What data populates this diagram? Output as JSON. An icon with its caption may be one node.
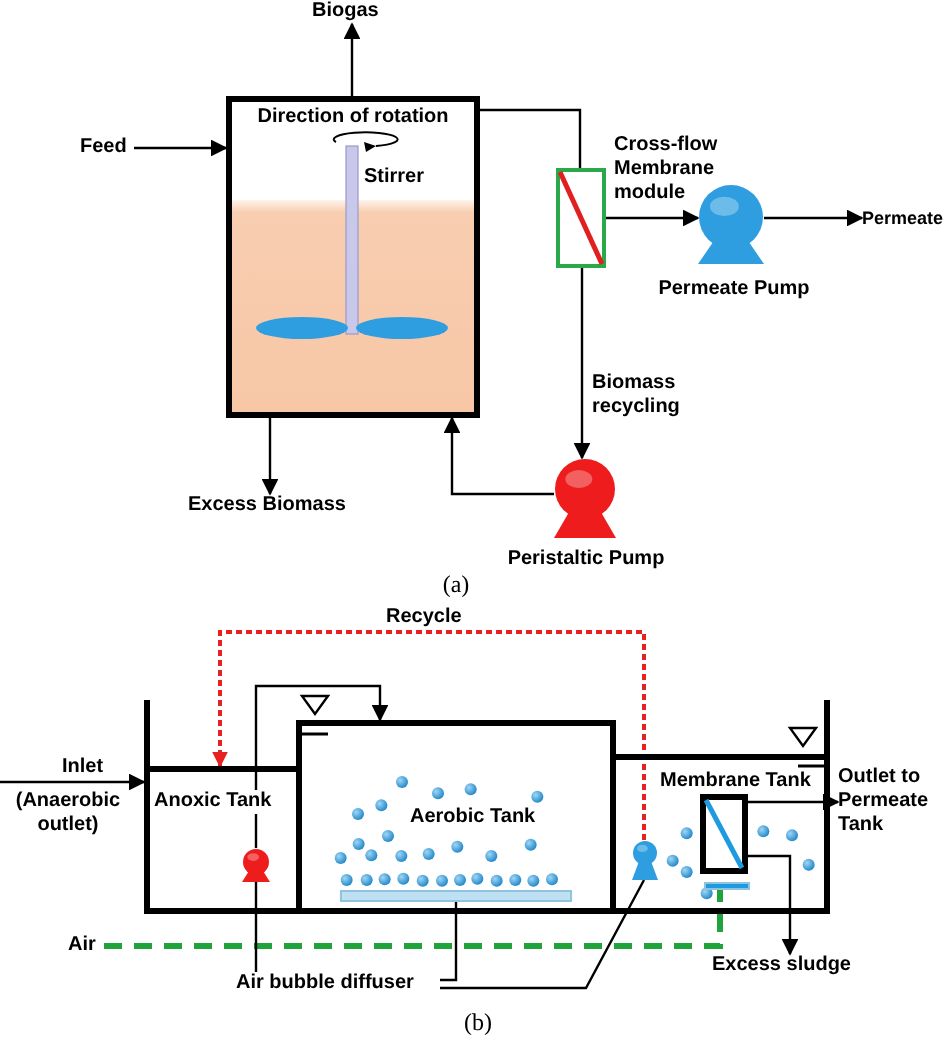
{
  "diagram": {
    "nodes": [
      {
        "text": [
          "Biogas"
        ]
      },
      {
        "text": [
          "Feed"
        ]
      },
      {
        "text": [
          "Direction of rotation",
          "Stirrer"
        ]
      },
      {
        "text": [],
        "shape": "box"
      },
      {
        "text": [],
        "shape": "circle",
        "beside": [
          "Permeate Pump"
        ]
      },
      {
        "text": [
          "Permeate"
        ]
      },
      {
        "text": [],
        "shape": "circle",
        "beside": [
          "Peristaltic Pump"
        ]
      },
      {
        "text": [
          "Excess Biomass"
        ]
      },
      {
        "text": [
          "Anoxic Tank"
        ]
      },
      {
        "text": [],
        "shape": "circle",
        "in": 8
      },
      {
        "text": [
          "Aerobic Tank"
        ]
      },
      {
        "text": [],
        "shape": "bar",
        "in": 10
      },
      {
        "text": [
          "Membrane Tank"
        ]
      },
      {
        "text": [],
        "shape": "circle",
        "in": 12
      },
      {
        "text": [],
        "shape": "box",
        "in": 12
      },
      {
        "text": [],
        "shape": "bar",
        "in": 12
      },
      {
        "text": [
          "Outlet to Permeate Tank"
        ]
      },
      {
        "text": [
          "Excess sludge"
        ]
      },
      {
        "text": [
          "Air"
        ]
      },
      {
        "text": [
          "Air bubble diffuser"
        ]
      },
      {
        "text": [
          "Inlet",
          "(Anaerobic outlet)"
        ]
      }
    ],
    "edges": [
      {
        "from": 2,
        "to": 0,
        "arrow": "to"
      },
      {
        "from": 1,
        "to": 2,
        "arrow": "to"
      },
      {
        "from": 2,
        "to": 3,
        "arrow": "none"
      },
      {
        "from": 3,
        "to": 4,
        "arrow": "to"
      },
      {
        "from": 4,
        "to": 5,
        "arrow": "to"
      },
      {
        "from": 3,
        "to": 6,
        "arrow": "to",
        "label": "Biomass recycling"
      },
      {
        "from": 6,
        "to": 2,
        "arrow": "to"
      },
      {
        "from": 2,
        "to": 7,
        "arrow": "to"
      },
      {
        "from": 20,
        "to": 8,
        "arrow": "to"
      },
      {
        "from": 9,
        "to": 10,
        "arrow": "to"
      },
      {
        "from": 13,
        "to": 8,
        "arrow": "to",
        "label": "Recycle",
        "style": "dashed",
        "color": "#e82020"
      },
      {
        "from": 14,
        "to": 16,
        "arrow": "to"
      },
      {
        "from": 14,
        "to": 17,
        "arrow": "to"
      },
      {
        "from": 18,
        "to": 15,
        "arrow": "none",
        "style": "dashed",
        "color": "#1fa33a"
      },
      {
        "from": 19,
        "to": 9,
        "arrow": "none"
      },
      {
        "from": 19,
        "to": 11,
        "arrow": "none"
      },
      {
        "from": 19,
        "to": 13,
        "arrow": "none"
      }
    ],
    "labels": [
      "Cross-flow Membrane module",
      "(a)",
      "(b)"
    ]
  }
}
